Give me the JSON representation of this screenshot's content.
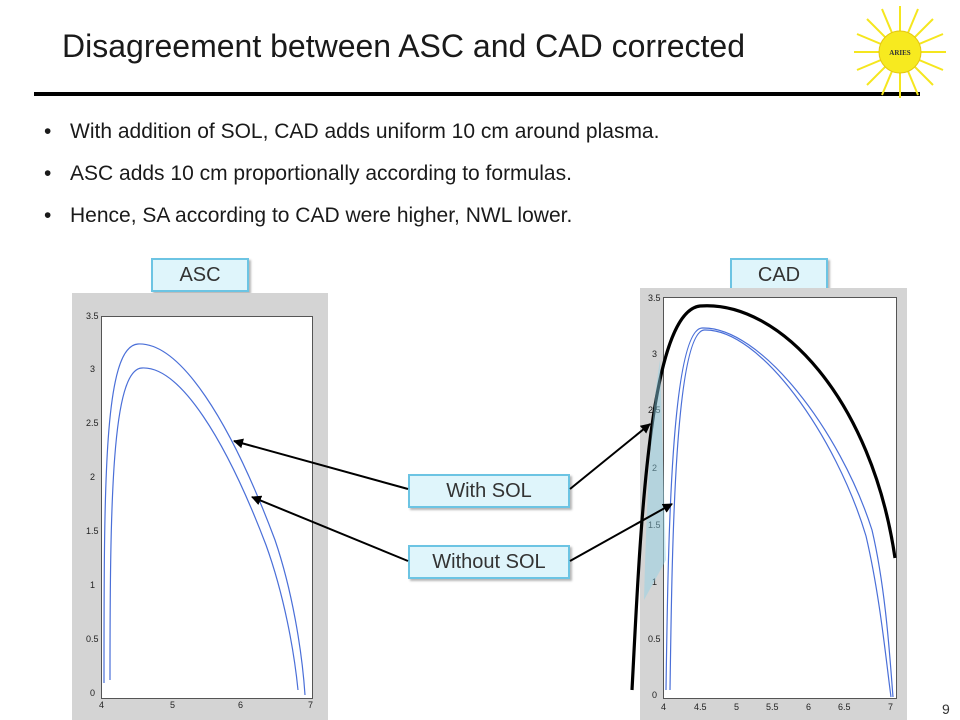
{
  "slide": {
    "title": "Disagreement between ASC and CAD corrected",
    "logo_text": "ARIES",
    "page_number": "9",
    "bullets": [
      "With addition of SOL, CAD adds uniform 10 cm around plasma.",
      "ASC adds 10 cm proportionally according to formulas.",
      "Hence, SA according to CAD were higher, NWL lower."
    ],
    "labels": {
      "asc": "ASC",
      "cad": "CAD",
      "with_sol": "With SOL",
      "without_sol": "Without SOL"
    }
  },
  "colors": {
    "curve_blue": "#4a6fd8",
    "label_fill": "#dff5fb",
    "label_border": "#6cc4e3",
    "sun": "#f5e61e"
  },
  "plots": {
    "asc": {
      "y_ticks": [
        "3.5",
        "3",
        "2.5",
        "2",
        "1.5",
        "1",
        "0.5",
        "0"
      ],
      "x_ticks": [
        "4",
        "5",
        "6",
        "7"
      ]
    },
    "cad": {
      "y_ticks": [
        "3.5",
        "3",
        "2.5",
        "2",
        "1.5",
        "1",
        "0.5",
        "0"
      ],
      "x_ticks": [
        "4",
        "4.5",
        "5",
        "5.5",
        "6",
        "6.5",
        "7"
      ]
    }
  }
}
